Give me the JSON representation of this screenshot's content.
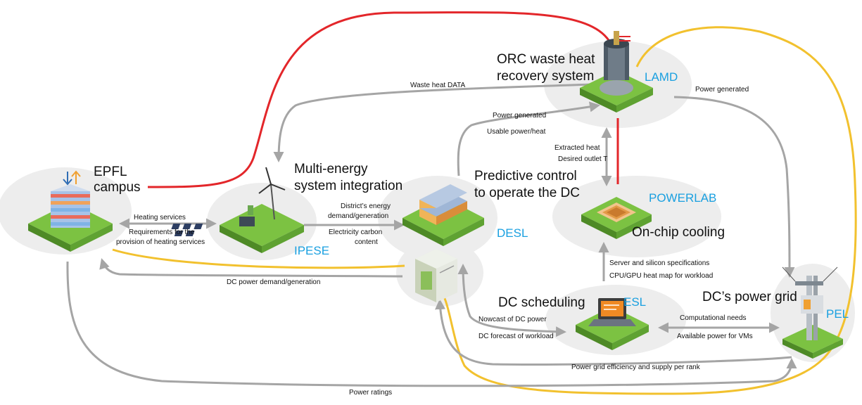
{
  "colors": {
    "lab_blue": "#1aa0e0",
    "platform_green": "#7cc242",
    "blob_grey": "#ededed",
    "arrow_grey": "#a5a5a5",
    "red_link": "#e3262a",
    "yellow_link": "#f2c12e"
  },
  "nodes": {
    "epfl": {
      "title1": "EPFL",
      "title2": "campus",
      "icon": "building-icon"
    },
    "ipese": {
      "title1": "Multi-energy",
      "title2": "system integration",
      "lab": "IPESE",
      "icon": "wind-turbine-icon"
    },
    "desl": {
      "title1": "Predictive control",
      "title2": "to operate the DC",
      "lab": "DESL",
      "icon": "datacenter-icon"
    },
    "lamd": {
      "title1": "ORC waste heat",
      "title2": "recovery system",
      "lab": "LAMD",
      "icon": "orc-turbine-icon"
    },
    "powerlab": {
      "title1": "On-chip cooling",
      "lab": "POWERLAB",
      "icon": "chip-icon"
    },
    "esl": {
      "title1": "DC scheduling",
      "lab": "ESL",
      "icon": "laptop-icon"
    },
    "pel": {
      "title1": "DC’s power grid",
      "lab": "PEL",
      "icon": "power-pole-icon"
    },
    "server": {
      "icon": "server-cabinet-icon"
    }
  },
  "labels": {
    "waste_heat_data": "Waste heat DATA",
    "power_generated_top": "Power generated",
    "power_generated_mid": "Power generated",
    "usable_power": "Usable power/heat",
    "extracted_heat": "Extracted heat",
    "desired_outlet": "Desired outlet T",
    "heating_services": "Heating services",
    "requirements_1": "Requirements for the",
    "requirements_2": "provision of heating services",
    "district_1": "District’s energy",
    "district_2": "demand/generation",
    "carbon_1": "Electricity carbon",
    "carbon_2": "content",
    "server_specs": "Server and silicon specifications",
    "cpu_heat": "CPU/GPU heat map for workload",
    "dc_power_demand": "DC power demand/generation",
    "nowcast": "Nowcast of DC power",
    "dc_forecast": "DC forecast of workload",
    "computational_needs": "Computational needs",
    "available_power": "Available power for VMs",
    "grid_efficiency": "Power grid efficiency and supply per rank",
    "power_ratings": "Power ratings"
  }
}
